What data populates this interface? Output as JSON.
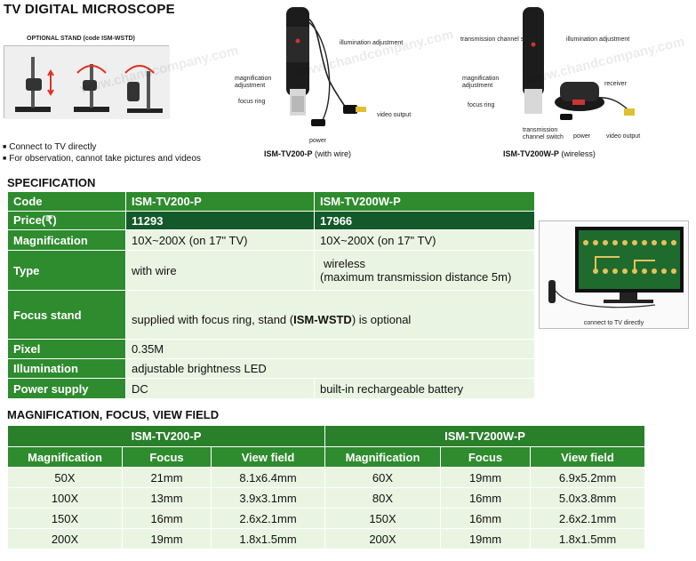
{
  "title": "TV DIGITAL MICROSCOPE",
  "stand": {
    "label_prefix": "OPTIONAL STAND (code ",
    "label_code": "ISM-WSTD",
    "label_suffix": ")"
  },
  "bullets": [
    "Connect to TV directly",
    "For observation, cannot take pictures and videos"
  ],
  "figure_wire": {
    "callouts": {
      "illumination": "illumination adjustment",
      "magnification": "magnification adjustment",
      "focus": "focus ring",
      "video": "video output",
      "power": "power"
    },
    "caption_model": "ISM-TV200-P",
    "caption_note": " (with wire)"
  },
  "figure_wireless": {
    "callouts": {
      "transmission": "transmission channel switch",
      "illumination": "illumination adjustment",
      "magnification": "magnification adjustment",
      "receiver": "receiver",
      "focus": "focus ring",
      "transmission2": "transmission channel switch",
      "power": "power",
      "video": "video output"
    },
    "caption_model": "ISM-TV200W-P",
    "caption_note": " (wireless)"
  },
  "watermark": "www.chandcompany.com",
  "spec": {
    "heading": "SPECIFICATION",
    "rows": [
      {
        "label": "Code",
        "a": "ISM-TV200-P",
        "b": "ISM-TV200W-P"
      },
      {
        "label": "Price(₹)",
        "a": "11293",
        "b": "17966"
      },
      {
        "label": "Magnification",
        "a": "10X~200X (on 17\" TV)",
        "b": "10X~200X (on 17\" TV)"
      },
      {
        "label": "Type",
        "a": "with wire",
        "b": "wireless",
        "b2": "(maximum transmission distance 5m)"
      },
      {
        "label": "Focus stand",
        "merged_pre": "supplied with focus ring, stand (",
        "merged_code": "ISM-WSTD",
        "merged_post": ") is optional"
      },
      {
        "label": "Pixel",
        "merged": "0.35M"
      },
      {
        "label": "Illumination",
        "merged": "adjustable brightness LED"
      },
      {
        "label": "Power supply",
        "a": "DC",
        "b": "built-in rechargeable battery"
      }
    ]
  },
  "connect_caption": "connect to TV directly",
  "mag": {
    "heading": "MAGNIFICATION, FOCUS, VIEW FIELD",
    "groups": [
      "ISM-TV200-P",
      "ISM-TV200W-P"
    ],
    "columns": [
      "Magnification",
      "Focus",
      "View field",
      "Magnification",
      "Focus",
      "View field"
    ],
    "rows": [
      [
        "50X",
        "21mm",
        "8.1x6.4mm",
        "60X",
        "19mm",
        "6.9x5.2mm"
      ],
      [
        "100X",
        "13mm",
        "3.9x3.1mm",
        "80X",
        "16mm",
        "5.0x3.8mm"
      ],
      [
        "150X",
        "16mm",
        "2.6x2.1mm",
        "150X",
        "16mm",
        "2.6x2.1mm"
      ],
      [
        "200X",
        "19mm",
        "1.8x1.5mm",
        "200X",
        "19mm",
        "1.8x1.5mm"
      ]
    ]
  }
}
